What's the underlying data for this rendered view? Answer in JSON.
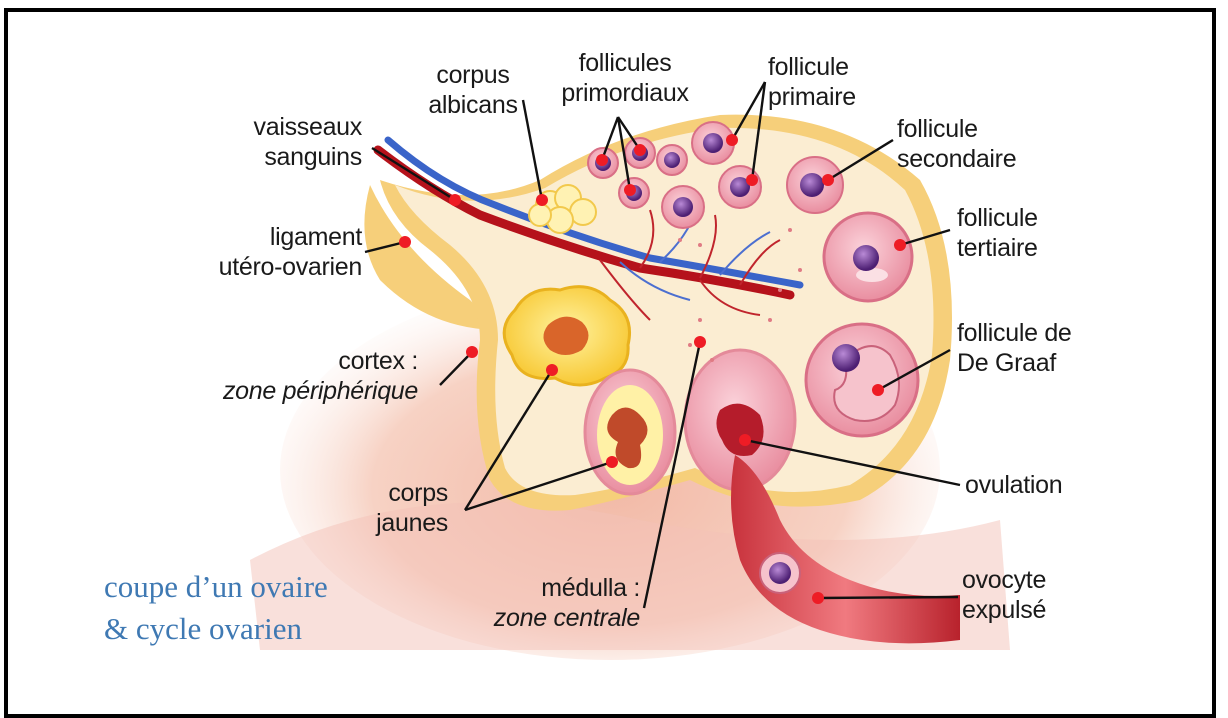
{
  "title": {
    "line1": "coupe d’un ovaire",
    "line2": "& cycle ovarien"
  },
  "labels": {
    "vaisseaux_sanguins": [
      "vaisseaux",
      "sanguins"
    ],
    "corpus_albicans": [
      "corpus",
      "albicans"
    ],
    "follicules_primordiaux": [
      "follicules",
      "primordiaux"
    ],
    "follicule_primaire": [
      "follicule",
      "primaire"
    ],
    "follicule_secondaire": [
      "follicule",
      "secondaire"
    ],
    "follicule_tertiaire": [
      "follicule",
      "tertiaire"
    ],
    "ligament": [
      "ligament",
      "utéro-ovarien"
    ],
    "cortex": [
      "cortex :",
      "zone périphérique"
    ],
    "follicule_de_graaf": [
      "follicule de",
      "De Graaf"
    ],
    "ovulation": "ovulation",
    "corps_jaunes": [
      "corps",
      "jaunes"
    ],
    "medulla": [
      "médulla :",
      "zone centrale"
    ],
    "ovocyte_expulse": [
      "ovocyte",
      "expulsé"
    ]
  },
  "colors": {
    "frame": "#000000",
    "title": "#3f79b3",
    "ovary_tissue": "#fbe9c9",
    "cortex_rim": "#f6cf7a",
    "follicle_pink": "#f2a9b6",
    "oocyte_purple": "#7b3fa0",
    "corpus_yellow": "#fde15a",
    "artery_red": "#b5121b",
    "vein_blue": "#3a64c9",
    "marker_red": "#ee1c25",
    "leader_line": "#111111"
  }
}
